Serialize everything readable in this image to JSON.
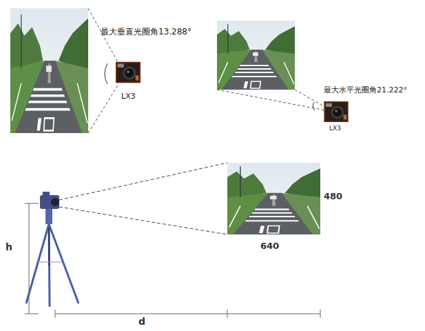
{
  "diagram": {
    "labels": [
      "最大垂直光圈角13.288°",
      "LX3",
      "最大水平光圈角21.222°",
      "LX3",
      "480",
      "640",
      "h",
      "d"
    ]
  }
}
